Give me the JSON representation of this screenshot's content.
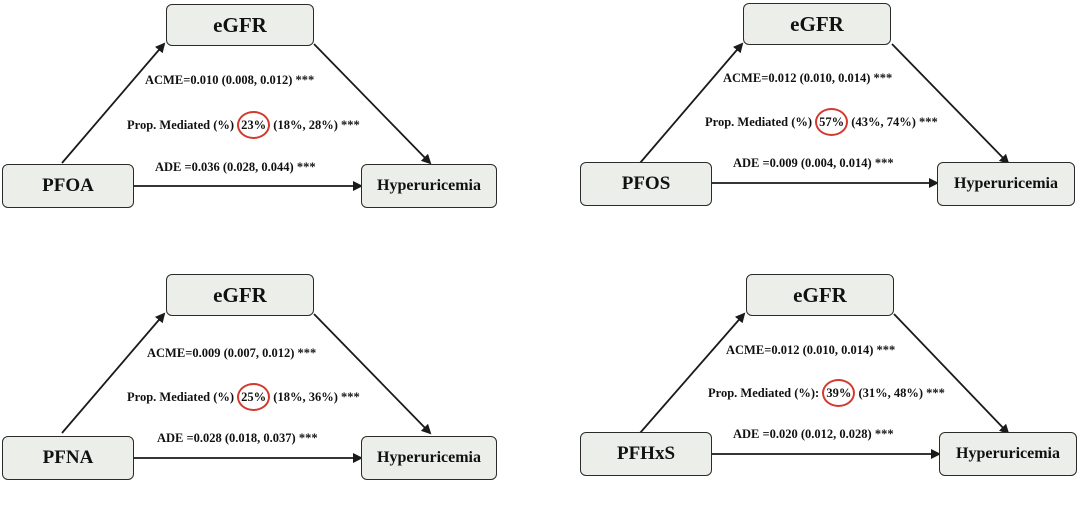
{
  "colors": {
    "box_fill": "#eceeea",
    "box_border": "#2b2b2b",
    "arrow": "#1a1a1a",
    "highlight_circle": "#d23a2e"
  },
  "panels": [
    {
      "mediator": "eGFR",
      "exposure": "PFOA",
      "outcome": "Hyperuricemia",
      "acme": "ACME=0.010 (0.008, 0.012) ***",
      "prop_prefix": "Prop. Mediated (%)",
      "prop_value": "23%",
      "prop_suffix": "(18%, 28%) ***",
      "ade": "ADE =0.036 (0.028, 0.044) ***"
    },
    {
      "mediator": "eGFR",
      "exposure": "PFOS",
      "outcome": "Hyperuricemia",
      "acme": "ACME=0.012 (0.010, 0.014) ***",
      "prop_prefix": "Prop. Mediated (%)",
      "prop_value": "57%",
      "prop_suffix": "(43%, 74%) ***",
      "ade": "ADE =0.009 (0.004, 0.014) ***"
    },
    {
      "mediator": "eGFR",
      "exposure": "PFNA",
      "outcome": "Hyperuricemia",
      "acme": "ACME=0.009 (0.007, 0.012) ***",
      "prop_prefix": "Prop. Mediated (%)",
      "prop_value": "25%",
      "prop_suffix": "(18%, 36%) ***",
      "ade": "ADE =0.028 (0.018, 0.037) ***"
    },
    {
      "mediator": "eGFR",
      "exposure": "PFHxS",
      "outcome": "Hyperuricemia",
      "acme": "ACME=0.012 (0.010, 0.014) ***",
      "prop_prefix": "Prop. Mediated (%):",
      "prop_value": "39%",
      "prop_suffix": "(31%, 48%) ***",
      "ade": "ADE =0.020 (0.012, 0.028) ***"
    }
  ]
}
